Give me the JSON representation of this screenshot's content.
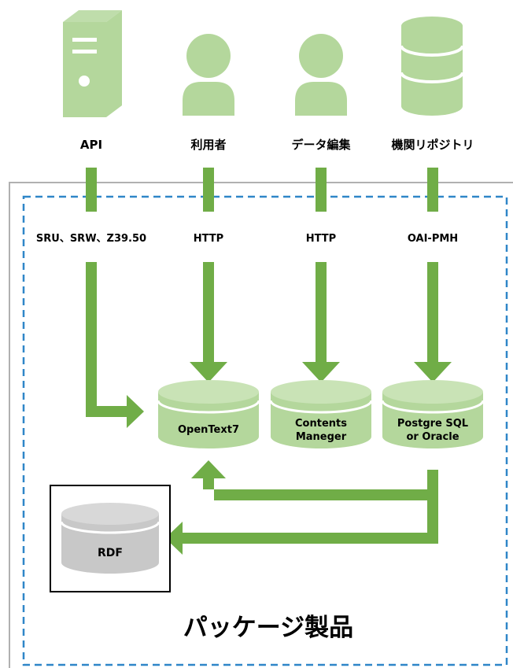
{
  "colors": {
    "arrow": "#70ad47",
    "icon": "#b4d79c",
    "cylinder_body": "#b4d79c",
    "cylinder_top": "#c9e3b6",
    "cylinder_rim": "#ffffff",
    "rdf_body": "#c8c8c8",
    "rdf_top": "#d8d8d8",
    "package_border": "#2f86c8",
    "outer_border": "#b0b0b0",
    "text": "#000000"
  },
  "sources": [
    {
      "icon": "server-icon",
      "label": "API",
      "protocol": "SRU、SRW、Z39.50"
    },
    {
      "icon": "person-icon",
      "label": "利用者",
      "protocol": "HTTP"
    },
    {
      "icon": "person-icon",
      "label": "データ編集",
      "protocol": "HTTP"
    },
    {
      "icon": "database-icon",
      "label": "機関リポジトリ",
      "protocol": "OAI-PMH"
    }
  ],
  "components": [
    {
      "lines": [
        "OpenText7"
      ]
    },
    {
      "lines": [
        "Contents",
        "Maneger"
      ]
    },
    {
      "lines": [
        "Postgre SQL",
        "or Oracle"
      ]
    }
  ],
  "rdf": {
    "label": "RDF"
  },
  "package": {
    "label": "パッケージ製品"
  }
}
